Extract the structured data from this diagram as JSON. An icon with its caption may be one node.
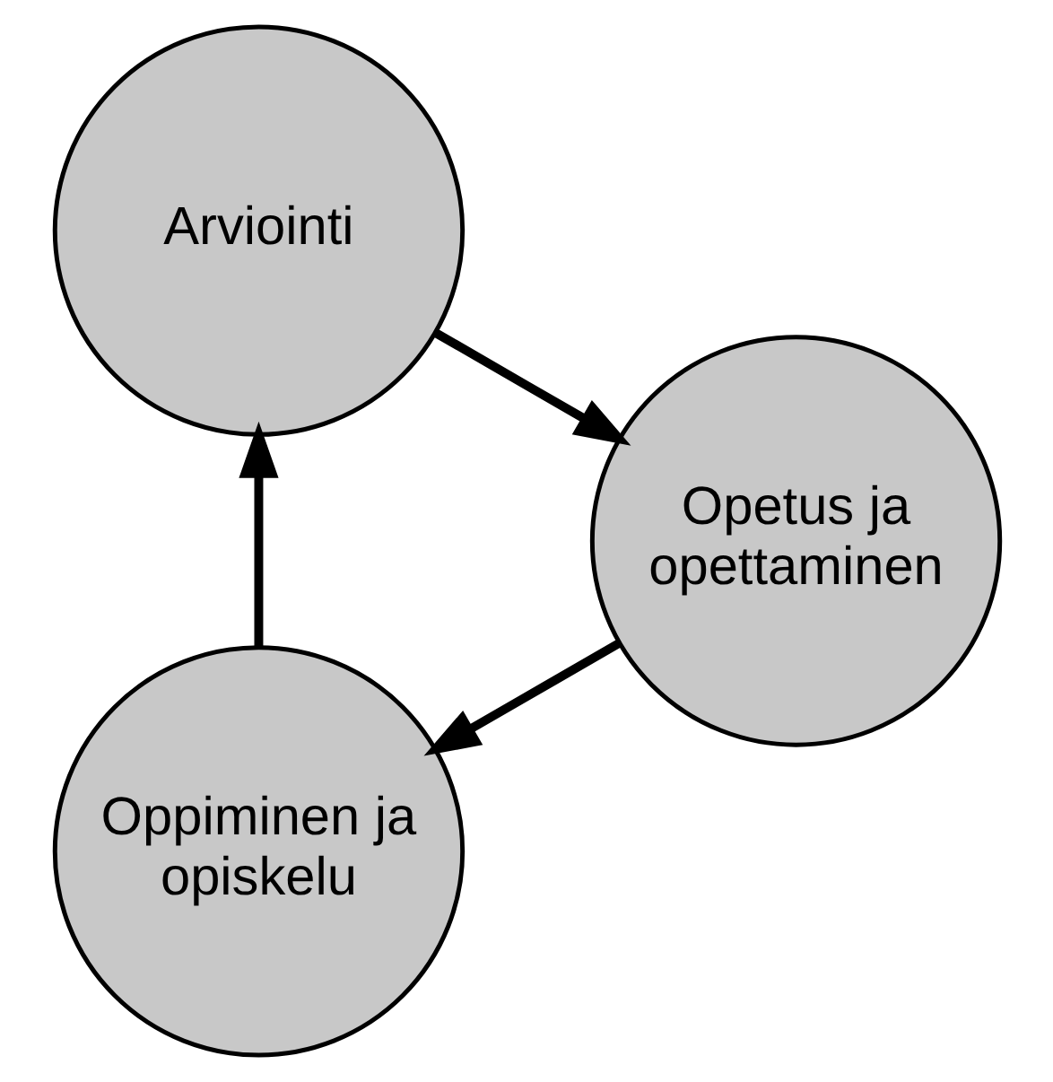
{
  "diagram": {
    "nodes": [
      {
        "text": [
          "Oppiminen ja opiskelu"
        ]
      },
      {
        "text": [
          "Arviointi"
        ]
      },
      {
        "text": [
          "Opetus ja opettaminen"
        ]
      }
    ],
    "edges": [
      {
        "from": 0,
        "to": 1,
        "arrow": "to"
      },
      {
        "from": 1,
        "to": 2,
        "arrow": "to"
      },
      {
        "from": 2,
        "to": 0,
        "arrow": "to"
      }
    ]
  }
}
